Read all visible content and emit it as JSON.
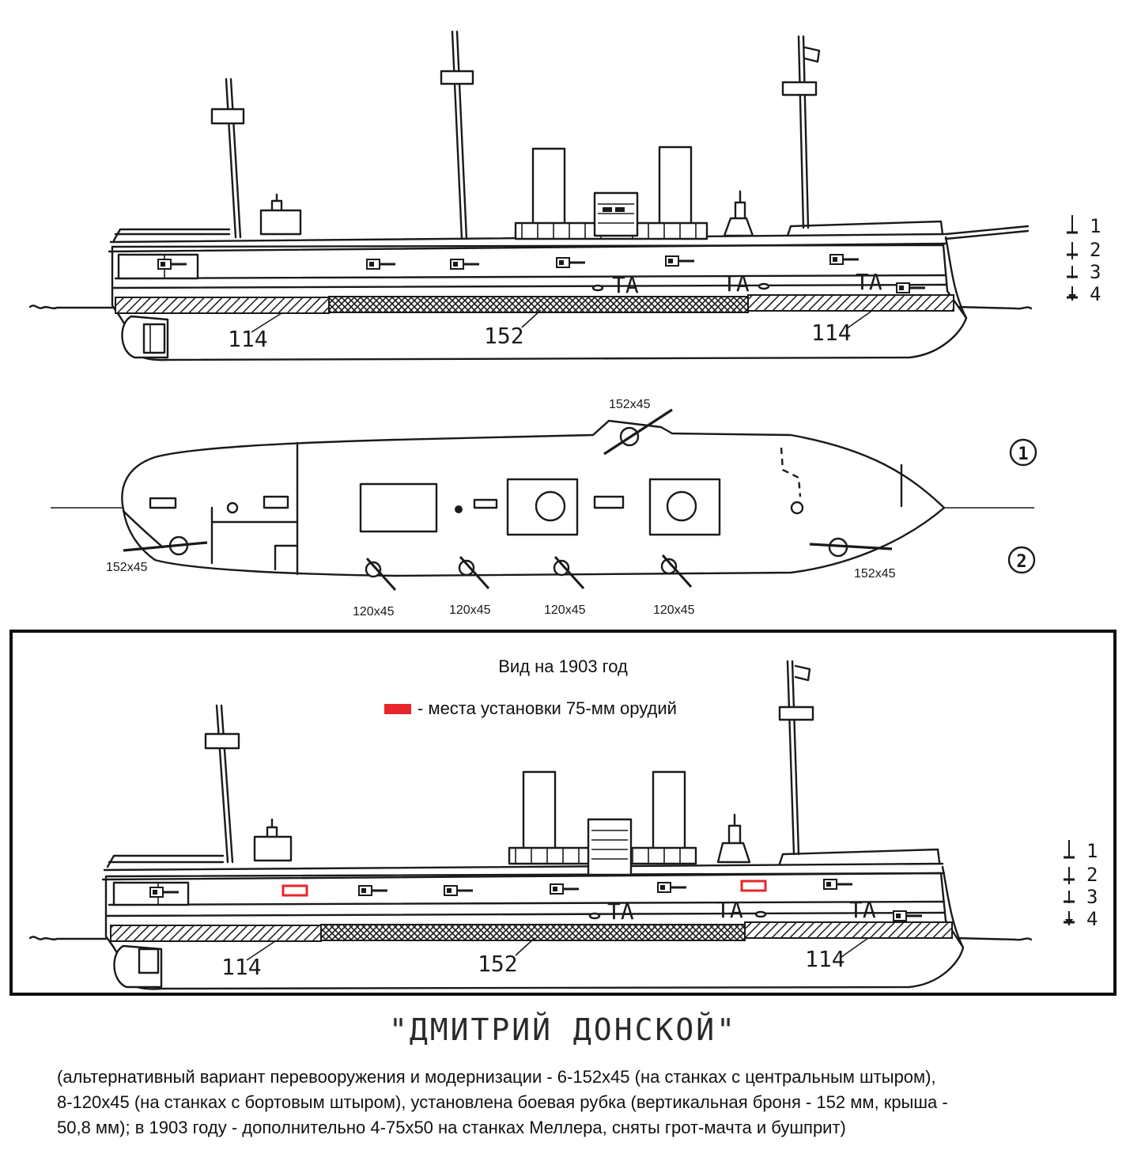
{
  "side_view_1": {
    "armor_labels": [
      "114",
      "152",
      "114"
    ],
    "ta_labels": [
      "TA",
      "TA",
      "TA"
    ],
    "deck_levels": [
      "1",
      "2",
      "3",
      "4"
    ]
  },
  "plan_view": {
    "gun_labels": {
      "top_center": "152x45",
      "bow_left": "152x45",
      "stern_right": "152x45",
      "broadside": [
        "120x45",
        "120x45",
        "120x45",
        "120x45"
      ]
    },
    "deck_markers": [
      "1",
      "2"
    ]
  },
  "view_1903": {
    "title": "Вид на 1903 год",
    "legend_text": "- места установки 75-мм орудий",
    "legend_color": "#e8262b",
    "armor_labels": [
      "114",
      "152",
      "114"
    ],
    "ta_labels": [
      "TA",
      "TA",
      "TA"
    ],
    "deck_levels": [
      "1",
      "2",
      "3",
      "4"
    ]
  },
  "ship_name": "\"ДМИТРИЙ ДОНСКОЙ\"",
  "caption_lines": [
    "(альтернативный вариант перевооружения и модернизации - 6-152х45 (на станках с центральным штыром),",
    "8-120х45 (на станках с бортовым штыром), установлена боевая рубка (вертикальная броня - 152 мм, крыша -",
    "50,8 мм); в 1903 году - дополнительно 4-75х50 на станках Меллера, сняты грот-мачта и бушприт)"
  ]
}
